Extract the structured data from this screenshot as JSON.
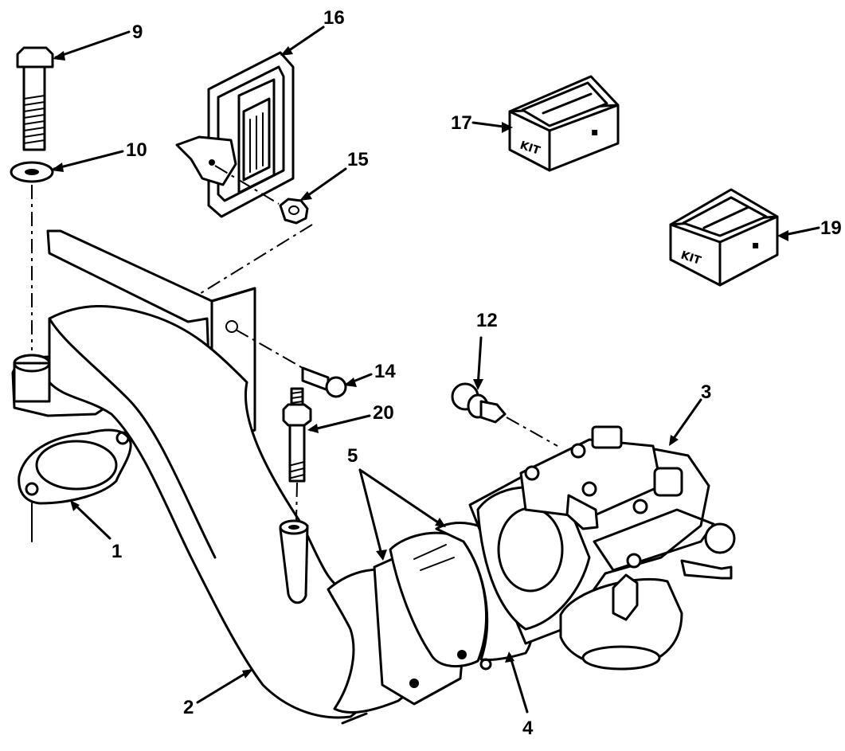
{
  "callouts": {
    "c1": "1",
    "c2": "2",
    "c3": "3",
    "c4": "4",
    "c5": "5",
    "c9": "9",
    "c10": "10",
    "c12": "12",
    "c14": "14",
    "c15": "15",
    "c16": "16",
    "c17": "17",
    "c19": "19",
    "c20": "20"
  },
  "kits": {
    "kit17_label": "KIT",
    "kit19_label": "KIT"
  }
}
